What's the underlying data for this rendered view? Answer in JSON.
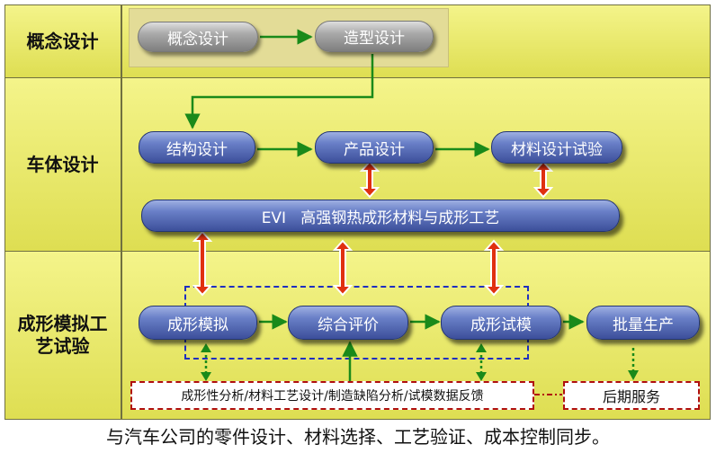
{
  "rows": [
    {
      "label": "概念设计"
    },
    {
      "label": "车体设计"
    },
    {
      "label": "成形模拟工艺试验"
    }
  ],
  "concept": {
    "step1": "概念设计",
    "step2": "造型设计"
  },
  "body": {
    "step1": "结构设计",
    "step2": "产品设计",
    "step3": "材料设计试验"
  },
  "evi": {
    "label": "EVI   高强钢热成形材料与成形工艺"
  },
  "forming": {
    "step1": "成形模拟",
    "step2": "综合评价",
    "step3": "成形试模",
    "step4": "批量生产"
  },
  "feedback": {
    "label": "成形性分析/材料工艺设计/制造缺陷分析/试模数据反馈"
  },
  "service": {
    "label": "后期服务"
  },
  "caption": "与汽车公司的零件设计、材料选择、工艺验证、成本控制同步。",
  "colors": {
    "band": "#e8e86a",
    "pill": "#4a5fae",
    "arrow_green": "#1a8a1a",
    "arrow_red": "#e03010"
  }
}
